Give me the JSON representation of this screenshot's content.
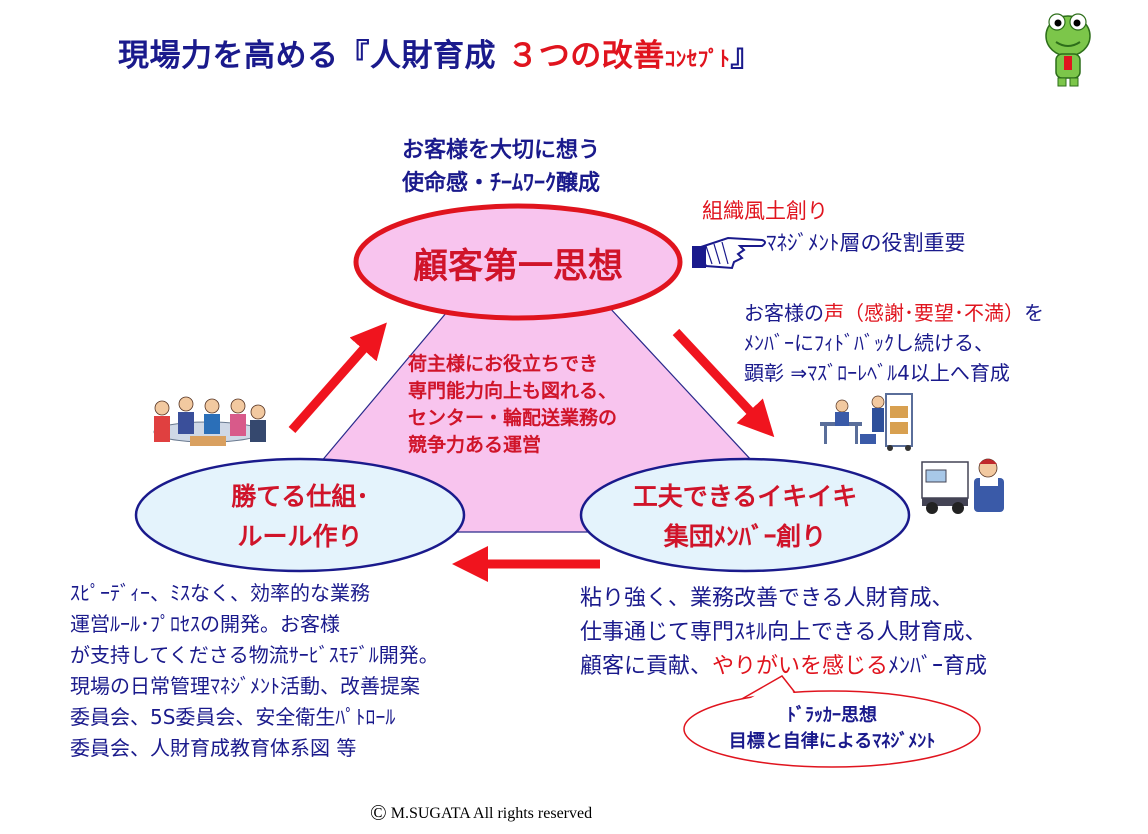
{
  "title": {
    "part1": "現場力を高める『人財育成",
    "part2": "３つの改善",
    "part3": "ｺﾝｾﾌﾟﾄ",
    "part4": "』"
  },
  "top": {
    "caption": [
      "お客様を大切に想う",
      "使命感・ﾁｰﾑﾜｰｸ醸成"
    ],
    "oval_label": "顧客第一思想"
  },
  "top_right": {
    "line1": "組織風土創り",
    "line2": "ﾏﾈｼﾞﾒﾝﾄ層の役割重要"
  },
  "center": {
    "lines": [
      "荷主様にお役立ちでき",
      "専門能力向上も図れる、",
      "センター・輪配送業務の",
      "競争力ある運営"
    ]
  },
  "right_upper": {
    "line1_a": "お客様の",
    "line1_b": "声",
    "line1_c": "（感謝･要望･不満）",
    "line1_d": "を",
    "line2": "ﾒﾝﾊﾞｰにﾌｨﾄﾞﾊﾞｯｸし続ける、",
    "line3_a": "顕彰 ⇒ﾏｽﾞﾛｰﾚﾍﾞﾙ4以上",
    "line3_b": "へ育成"
  },
  "left_oval": {
    "lines": [
      "勝てる仕組･",
      "ルール作り"
    ]
  },
  "right_oval": {
    "lines": [
      "工夫できるイキイキ",
      "集団ﾒﾝﾊﾞｰ創り"
    ]
  },
  "bottom_left": {
    "lines": [
      "ｽﾋﾟｰﾃﾞｨｰ、ﾐｽなく、効率的な業務",
      "運営ﾙｰﾙ･ﾌﾟﾛｾｽの開発。お客様",
      "が支持してくださる物流ｻｰﾋﾞｽﾓﾃﾞﾙ開発。",
      "現場の日常管理ﾏﾈｼﾞﾒﾝﾄ活動、改善提案",
      "委員会、5S委員会、安全衛生ﾊﾟﾄﾛｰﾙ",
      "委員会、人財育成教育体系図 等"
    ]
  },
  "bottom_right": {
    "line1": "粘り強く、業務改善できる人財育成、",
    "line2": "仕事通じて専門ｽｷﾙ向上できる人財育成、",
    "line3_a": "顧客に貢献、",
    "line3_b": "やりがいを感じる",
    "line3_c": "ﾒﾝﾊﾞｰ育成"
  },
  "callout": {
    "lines": [
      "ﾄﾞﾗｯｶｰ思想",
      "目標と自律によるﾏﾈｼﾞﾒﾝﾄ"
    ]
  },
  "copyright": {
    "symbol": "©",
    "text": "M.SUGATA   All rights reserved"
  },
  "icons": [
    "frog-mascot-icon",
    "pointing-hand-icon",
    "meeting-people-icon",
    "warehouse-workers-icon",
    "truck-driver-icon"
  ],
  "colors": {
    "title_blue": "#1a1a8c",
    "accent_red": "#e0141e",
    "triangle_pink": "#f8c4ee",
    "oval_blue": "#e4f3fc",
    "oval_border": "#1a1a8c"
  }
}
